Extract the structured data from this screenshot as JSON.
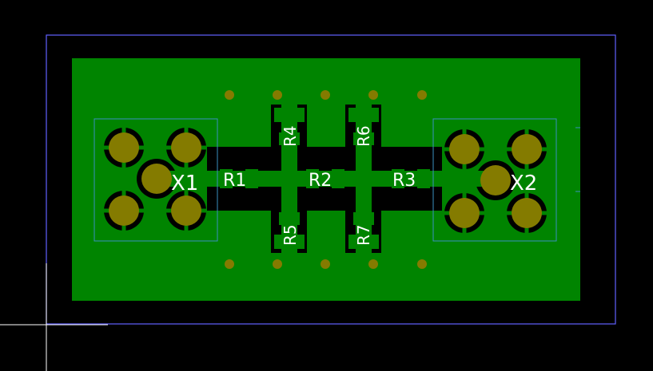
{
  "board": {
    "colors": {
      "background": "#000000",
      "copper": "#008400",
      "pad": "#847b00",
      "outline": "#6060ff",
      "silk": "#ffffff",
      "courtyard": "#3a8fbf",
      "cursor": "#ffffff"
    },
    "components": {
      "x1": "X1",
      "x2": "X2",
      "r1": "R1",
      "r2": "R2",
      "r3": "R3",
      "r4": "R4",
      "r5": "R5",
      "r6": "R6",
      "r7": "R7"
    }
  }
}
